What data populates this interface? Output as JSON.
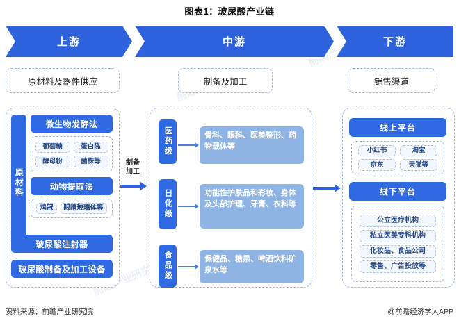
{
  "title": "图表1：玻尿酸产业链",
  "stages": [
    {
      "label": "上游"
    },
    {
      "label": "中游"
    },
    {
      "label": "下游"
    }
  ],
  "section_headers": [
    {
      "label": "原材料及器件供应"
    },
    {
      "label": "制备及加工"
    },
    {
      "label": "销售渠道"
    }
  ],
  "upstream": {
    "vertical_label": "原材料",
    "methods": [
      {
        "name": "微生物发酵法",
        "items": [
          "葡萄糖",
          "蛋白陈",
          "酵母粉",
          "菌株等"
        ]
      },
      {
        "name": "动物提取法",
        "items": [
          "鸡冠",
          "眼睛玻璃体等"
        ]
      }
    ],
    "equipment": [
      "玻尿酸注射器",
      "玻尿酸制备及加工设备"
    ]
  },
  "connector": {
    "label_line1": "制备",
    "label_line2": "加工"
  },
  "midstream": {
    "grades": [
      {
        "grade": "医药级",
        "description": "骨科、眼科、医美整形、药物载体等"
      },
      {
        "grade": "日化级",
        "description": "功能性护肤品和彩妆、身体及头部护理、牙膏、衣料等"
      },
      {
        "grade": "食品级",
        "description": "保健品、糖果、啤酒饮料矿泉水等"
      }
    ]
  },
  "downstream": {
    "online": {
      "label": "线上平台",
      "items": [
        "小红书",
        "淘宝",
        "京东",
        "天猫等"
      ]
    },
    "offline": {
      "label": "线下平台",
      "items": [
        "公立医疗机构",
        "私立医美专科机构",
        "化妆品、食品公司",
        "零售、广告投放等"
      ]
    }
  },
  "footer": {
    "source": "资料来源：前瞻产业研究院",
    "credit": "@前瞻经济学人APP"
  },
  "watermarks": [
    "前瞻产业研究院",
    "前瞻产业研究院",
    "前瞻产业研究院",
    "前瞻产业研究院",
    "前瞻产业研究院"
  ],
  "colors": {
    "primary_blue": "#2f62dd",
    "chip_blue": "#2f6ae2",
    "desc_blue": "#8fb4e4",
    "dashed_border": "#9cb6e8"
  }
}
